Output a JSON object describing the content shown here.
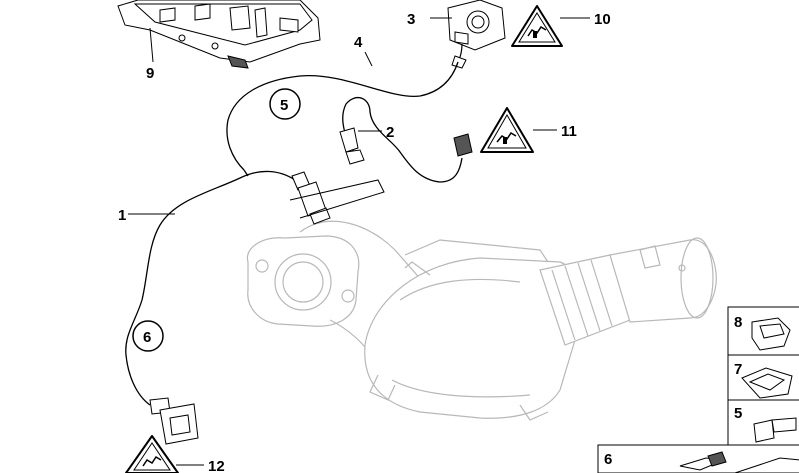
{
  "callouts": {
    "c1": "1",
    "c2": "2",
    "c3": "3",
    "c4": "4",
    "c9": "9",
    "c10": "10",
    "c11": "11",
    "c12": "12"
  },
  "circled": {
    "c5": "5",
    "c6": "6"
  },
  "side_tiles": {
    "t8": "8",
    "t7": "7",
    "t5": "5",
    "t6": "6"
  },
  "icons": {
    "warning": "electrical-connector-warning-icon"
  }
}
